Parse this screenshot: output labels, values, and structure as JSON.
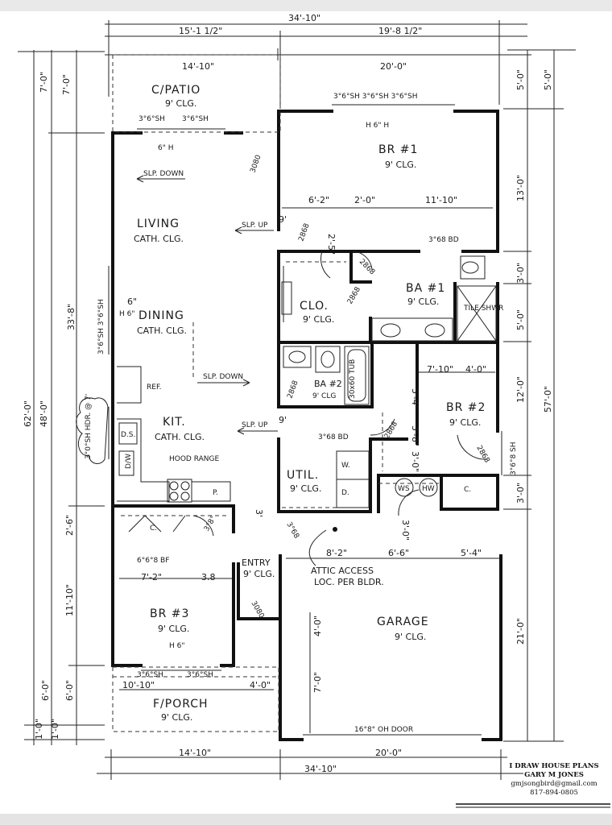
{
  "dimensions": {
    "overall_width": "34'-10\"",
    "left_width": "15'-1 1/2\"",
    "right_width": "19'-8 1/2\"",
    "patio_width": "14'-10\"",
    "br1_width": "20'-0\"",
    "br1_split_a": "6'-2\"",
    "br1_split_b": "2'-0\"",
    "br1_split_c": "11'-10\"",
    "br2_width_a": "7'-10\"",
    "br2_width_b": "4'-0\"",
    "br3_width_a": "7'-2\"",
    "br3_width_b": "3.8",
    "garage_split_a": "8'-2\"",
    "garage_split_b": "6'-6\"",
    "garage_split_c": "5'-4\"",
    "porch_width_a": "10'-10\"",
    "porch_width_b": "4'-0\"",
    "bottom_left": "14'-10\"",
    "bottom_right": "20'-0\"",
    "bottom_overall": "34'-10\"",
    "left_top_a": "7'-0\"",
    "left_top_b": "7'-0\"",
    "left_mid": "33'-8\"",
    "left_total": "62'-0\"",
    "left_main": "48'-0\"",
    "left_low_a": "2'-6\"",
    "left_low_b": "11'-10\"",
    "left_bottom_a": "6'-0\"",
    "left_bottom_b": "6'-0\"",
    "left_bottom_c": "1'-0\"",
    "left_bottom_d": "1'-0\"",
    "right_a": "5'-0\"",
    "right_b": "5'-0\"",
    "right_c": "13'-0\"",
    "right_d": "3'-0\"",
    "right_e": "5'-0\"",
    "right_f": "12'-0\"",
    "right_g": "3'-0\"",
    "right_h": "21'-0\"",
    "right_total": "57'-0\"",
    "misc_5_4": "5'-4\"",
    "misc_3_8": "3'-8\"",
    "misc_3_0": "3'-0\"",
    "misc_3_0b": "3'-0\"",
    "misc_2_5": "2'-5\"",
    "misc_6": "6\"",
    "misc_9a": "9'",
    "misc_9b": "9'",
    "misc_3": "3'",
    "misc_4_0": "4'-0\"",
    "misc_7_0": "7'-0\""
  },
  "rooms": {
    "patio": "C/PATIO",
    "patio_clg": "9' CLG.",
    "living": "LIVING",
    "living_clg": "CATH. CLG.",
    "dining": "DINING",
    "dining_clg": "CATH. CLG.",
    "kit": "KIT.",
    "kit_clg": "CATH. CLG.",
    "br1": "BR #1",
    "br1_clg": "9' CLG.",
    "clo": "CLO.",
    "clo_clg": "9' CLG.",
    "ba1": "BA #1",
    "ba1_clg": "9' CLG.",
    "ba2": "BA #2",
    "ba2_clg": "9' CLG",
    "br2": "BR #2",
    "br2_clg": "9' CLG.",
    "util": "UTIL.",
    "util_clg": "9' CLG.",
    "br3": "BR #3",
    "br3_clg": "9' CLG.",
    "entry": "ENTRY",
    "entry_clg": "9' CLG.",
    "garage": "GARAGE",
    "garage_clg": "9' CLG.",
    "porch": "F/PORCH",
    "porch_clg": "9' CLG."
  },
  "labels": {
    "win_patio_a": "3°6°SH",
    "win_patio_b": "3°6°SH",
    "win_br1": "3°6°SH 3°6°SH 3°6°SH",
    "win_dining": "3°6°SH 3°6°SH",
    "win_kit": "3°0°SH HDR. @ 7'",
    "win_br2": "3°6°8 SH",
    "win_br3_a": "3°6°SH",
    "win_br3_b": "3°6°SH",
    "door_3080_a": "3080",
    "door_2868_a": "2868",
    "door_2868_b": "2868",
    "door_2868_c": "2868",
    "door_2868_d": "2868",
    "door_2868_e": "2868",
    "door_2868_f": "2868",
    "door_3068_bd_a": "3°68 BD",
    "door_3068_bd_b": "3°68 BD",
    "door_3068": "3°68",
    "door_6068_bf": "6°6°8 BF",
    "door_3080_b": "3°8°",
    "door_3080_c": "3080",
    "tub": "30x60 TUB",
    "tile_shwr": "TILE SHWR",
    "ref": "REF.",
    "ds": "D.S.",
    "dw": "D/W",
    "hood_range": "HOOD RANGE",
    "p": "P.",
    "w": "W.",
    "d": "D.",
    "ws": "WS",
    "hw": "HW",
    "c_br2": "C.",
    "c_br3": "C.",
    "slp_down_a": "SLP. DOWN",
    "slp_up_a": "SLP. UP",
    "slp_down_b": "SLP. DOWN",
    "slp_up_b": "SLP. UP",
    "hdr_a": "6\" H",
    "hdr_b": "H 6\" H",
    "hdr_c": "H 6\"",
    "hdr_d": "H 6\"",
    "attic": "ATTIC ACCESS",
    "attic_b": "LOC. PER BLDR.",
    "oh_door": "16°8° OH DOOR"
  },
  "title_block": {
    "company": "I DRAW HOUSE PLANS",
    "name": "GARY M JONES",
    "email": "gmjsongbird@gmail.com",
    "phone": "817-894-0805"
  }
}
